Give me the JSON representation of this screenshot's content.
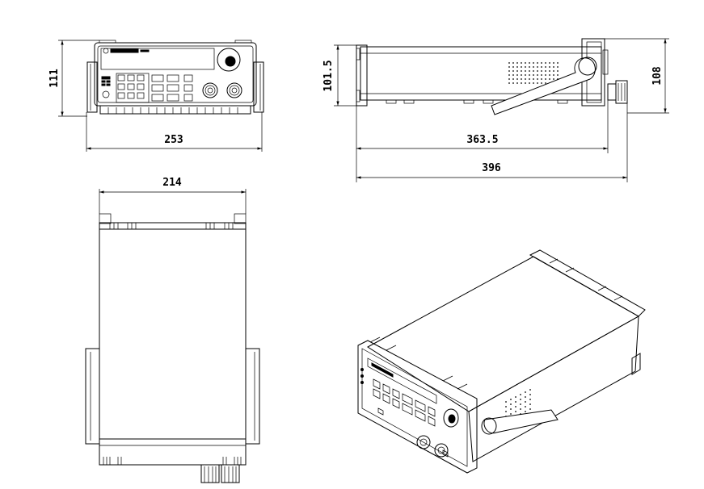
{
  "drawing": {
    "front_view": {
      "width_label": "253",
      "height_label": "111"
    },
    "side_view": {
      "body_length_label": "363.5",
      "total_length_label": "396",
      "body_height_label": "101.5",
      "total_height_label": "108"
    },
    "top_view": {
      "width_label": "214"
    },
    "isometric_view": {}
  }
}
